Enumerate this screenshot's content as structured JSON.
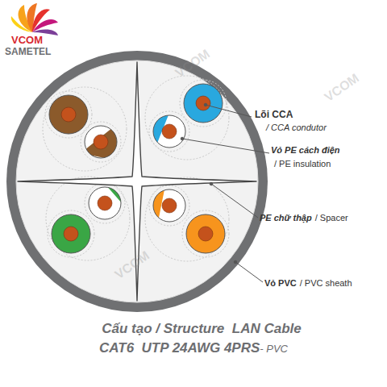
{
  "diagram": {
    "labels": [
      "VCOM",
      "SAMETEL",
      "Lõi CCA",
      "/ CCA condutor",
      "Vỏ PE cách điện",
      "/ PE insulation",
      "PE chữ thập",
      "/ Spacer",
      "Vỏ PVC",
      "/ PVC sheath",
      "Cấu tạo / Structure  LAN Cable",
      "CAT6  UTP 24AWG 4PRS",
      "- PVC",
      "VCOM",
      "VCOM",
      "VCOM"
    ]
  }
}
